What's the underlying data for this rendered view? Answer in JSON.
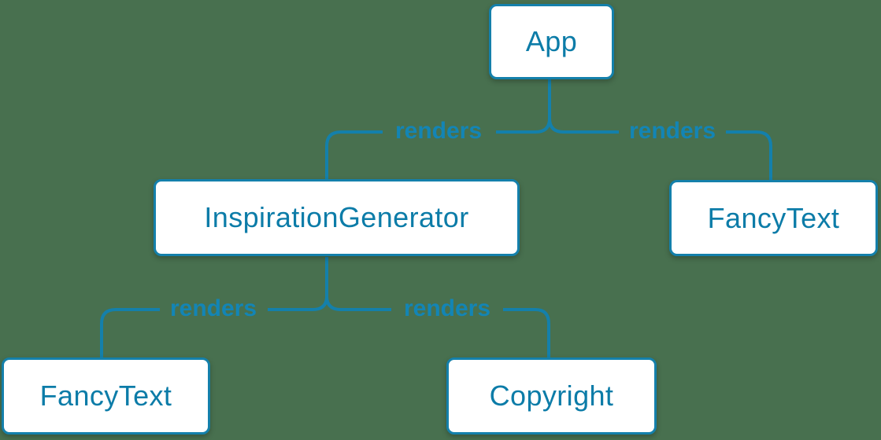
{
  "diagram": {
    "type": "component-render-tree",
    "colors": {
      "background": "#48704f",
      "accent": "#1480ab",
      "node_fill": "#ffffff",
      "node_text": "#0c7ca8",
      "edge_label": "#1385b5"
    },
    "nodes": [
      {
        "id": "app",
        "label": "App"
      },
      {
        "id": "inspiration-generator",
        "label": "InspirationGenerator"
      },
      {
        "id": "fancy-text-top",
        "label": "FancyText"
      },
      {
        "id": "fancy-text-bottom",
        "label": "FancyText"
      },
      {
        "id": "copyright",
        "label": "Copyright"
      }
    ],
    "edges": [
      {
        "from": "App",
        "to": "InspirationGenerator",
        "label": "renders"
      },
      {
        "from": "App",
        "to": "FancyText",
        "label": "renders"
      },
      {
        "from": "InspirationGenerator",
        "to": "FancyText",
        "label": "renders"
      },
      {
        "from": "InspirationGenerator",
        "to": "Copyright",
        "label": "renders"
      }
    ]
  }
}
